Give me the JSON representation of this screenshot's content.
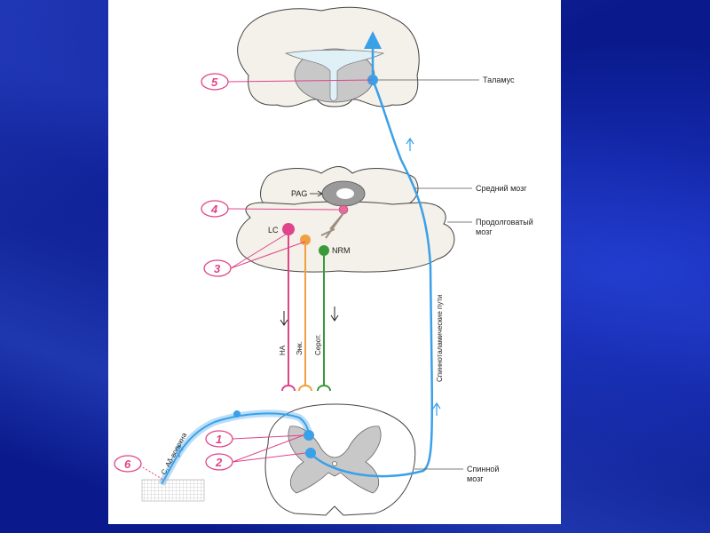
{
  "labels": {
    "thalamus": "Таламус",
    "midbrain": "Средний мозг",
    "medulla_1": "Продолговатый",
    "medulla_2": "мозг",
    "spinal_1": "Спинной",
    "spinal_2": "мозг",
    "pag": "PAG",
    "lc": "LC",
    "nrm": "NRM",
    "na": "НА",
    "enk": "Энк.",
    "serot": "Серот.",
    "tract": "Спинноталамические пути",
    "fibers": "C, Aδ-волокна"
  },
  "markers": {
    "m1": "1",
    "m2": "2",
    "m3": "3",
    "m4": "4",
    "m5": "5",
    "m6": "6"
  },
  "colors": {
    "blue": "#3aa0e8",
    "pink": "#e0448a",
    "orange": "#f0a040",
    "green": "#3a9a3a",
    "tissue": "#f4f0ea",
    "gray": "#c8c8c8"
  }
}
